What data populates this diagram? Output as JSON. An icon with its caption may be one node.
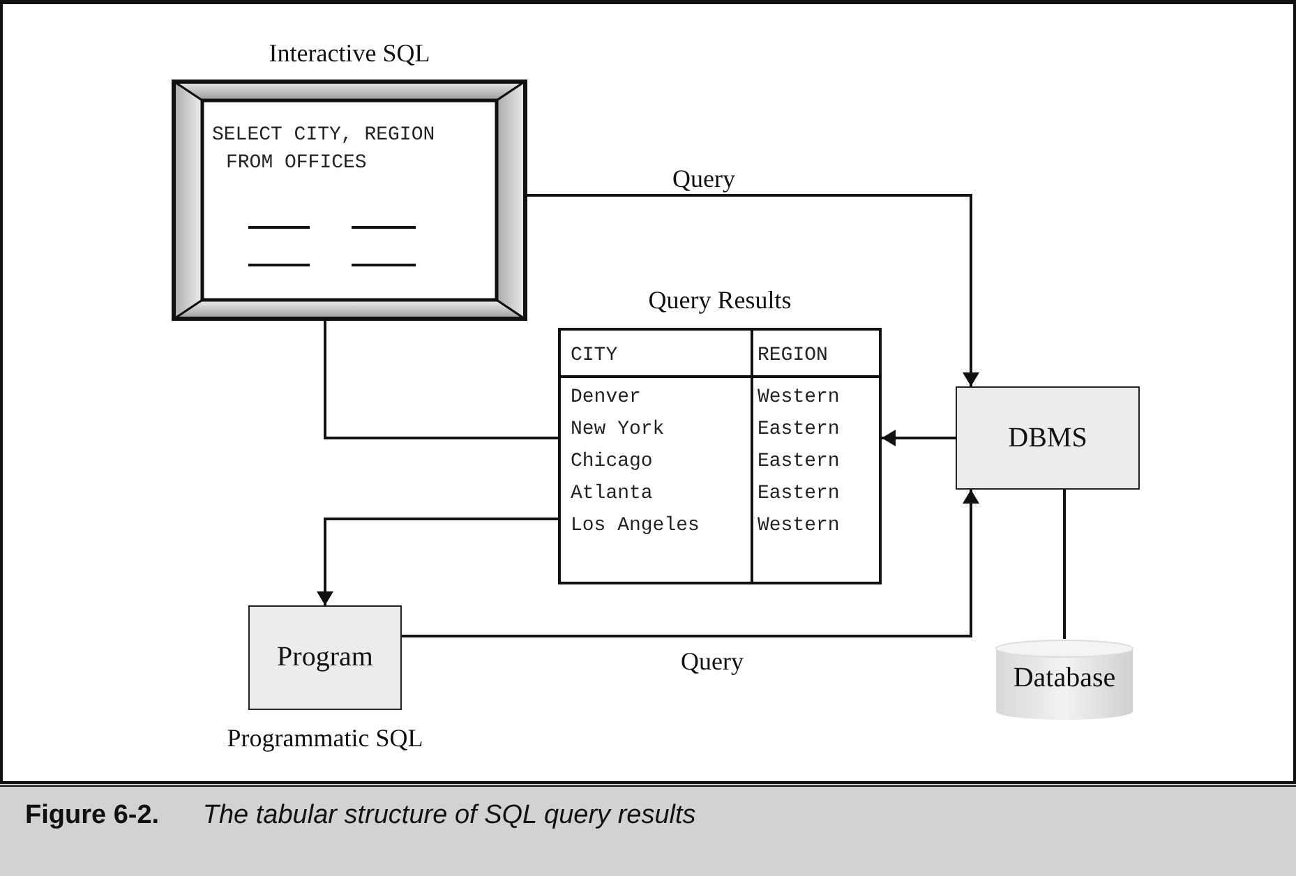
{
  "diagram": {
    "caption": "**Figure 6-2.** *The tabular structure of SQL query results*",
    "nodes": [
      {
        "text": [
          "Interactive SQL",
          "SELECT CITY, REGION FROM OFFICES"
        ]
      },
      {
        "text": [
          "Query Results"
        ]
      },
      {
        "text": [
          "DBMS"
        ]
      },
      {
        "text": [
          "Program"
        ],
        "beside": [
          "Programmatic SQL"
        ]
      },
      {
        "text": [
          "Database"
        ]
      }
    ],
    "edges": [
      {
        "from": 0,
        "to": 2,
        "arrow": "to",
        "label": "Query"
      },
      {
        "from": 2,
        "to": 1,
        "arrow": "to"
      },
      {
        "from": 1,
        "to": 0,
        "arrow": "to"
      },
      {
        "from": 1,
        "to": 3,
        "arrow": "to"
      },
      {
        "from": 3,
        "to": 2,
        "arrow": "to",
        "label": "Query"
      },
      {
        "from": 2,
        "to": 4,
        "arrow": "none"
      }
    ],
    "labels": [
      "CITY",
      "REGION",
      "Denver",
      "Western",
      "New York",
      "Eastern",
      "Chicago",
      "Eastern",
      "Atlanta",
      "Eastern",
      "Los Angeles",
      "Western"
    ]
  }
}
